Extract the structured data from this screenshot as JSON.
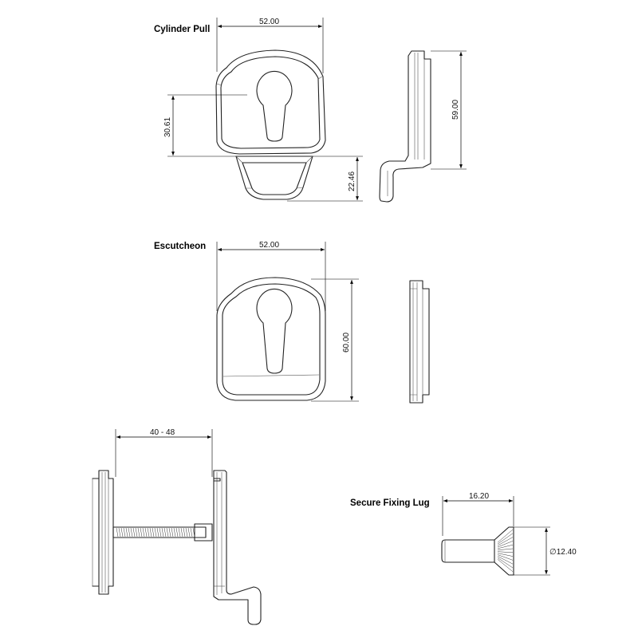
{
  "titles": {
    "cylinder_pull": "Cylinder Pull",
    "escutcheon": "Escutcheon",
    "secure_fixing_lug": "Secure Fixing Lug"
  },
  "dimensions": {
    "cp_width": "52.00",
    "cp_height": "59.00",
    "cp_keyhole_height": "30.61",
    "cp_pull_height": "22.46",
    "esc_width": "52.00",
    "esc_height": "60.00",
    "assembly_range": "40 - 48",
    "lug_length": "16.20",
    "lug_diameter": "12.40",
    "diameter_symbol": "∅"
  },
  "colors": {
    "line": "#222222",
    "dimension": "#000000",
    "background": "#ffffff"
  }
}
